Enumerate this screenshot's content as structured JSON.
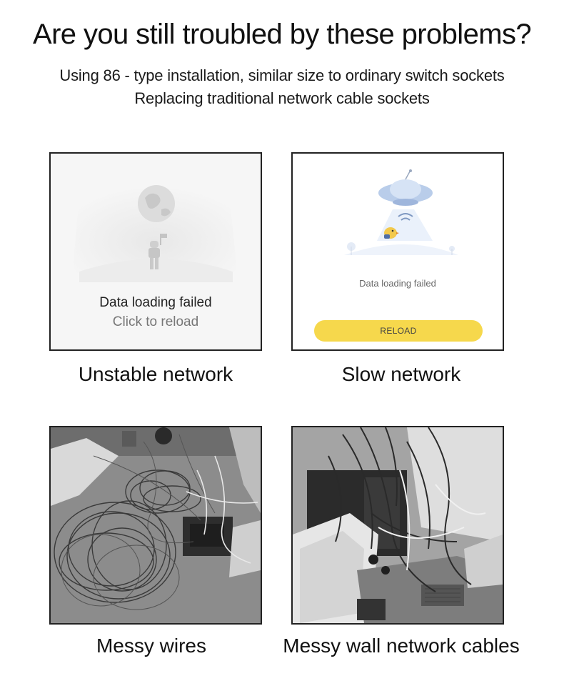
{
  "header": {
    "title": "Are you still troubled by these problems?",
    "subtitle_line1": "Using 86 - type installation, similar size to ordinary switch sockets",
    "subtitle_line2": "Replacing traditional network cable sockets"
  },
  "panels": [
    {
      "caption": "Unstable network",
      "status_text": "Data loading failed",
      "action_text": "Click to reload"
    },
    {
      "caption": "Slow network",
      "status_text": "Data loading failed",
      "button_label": "RELOAD",
      "button_color": "#f6d84c"
    },
    {
      "caption": "Messy wires"
    },
    {
      "caption": "Messy wall network cables"
    }
  ]
}
